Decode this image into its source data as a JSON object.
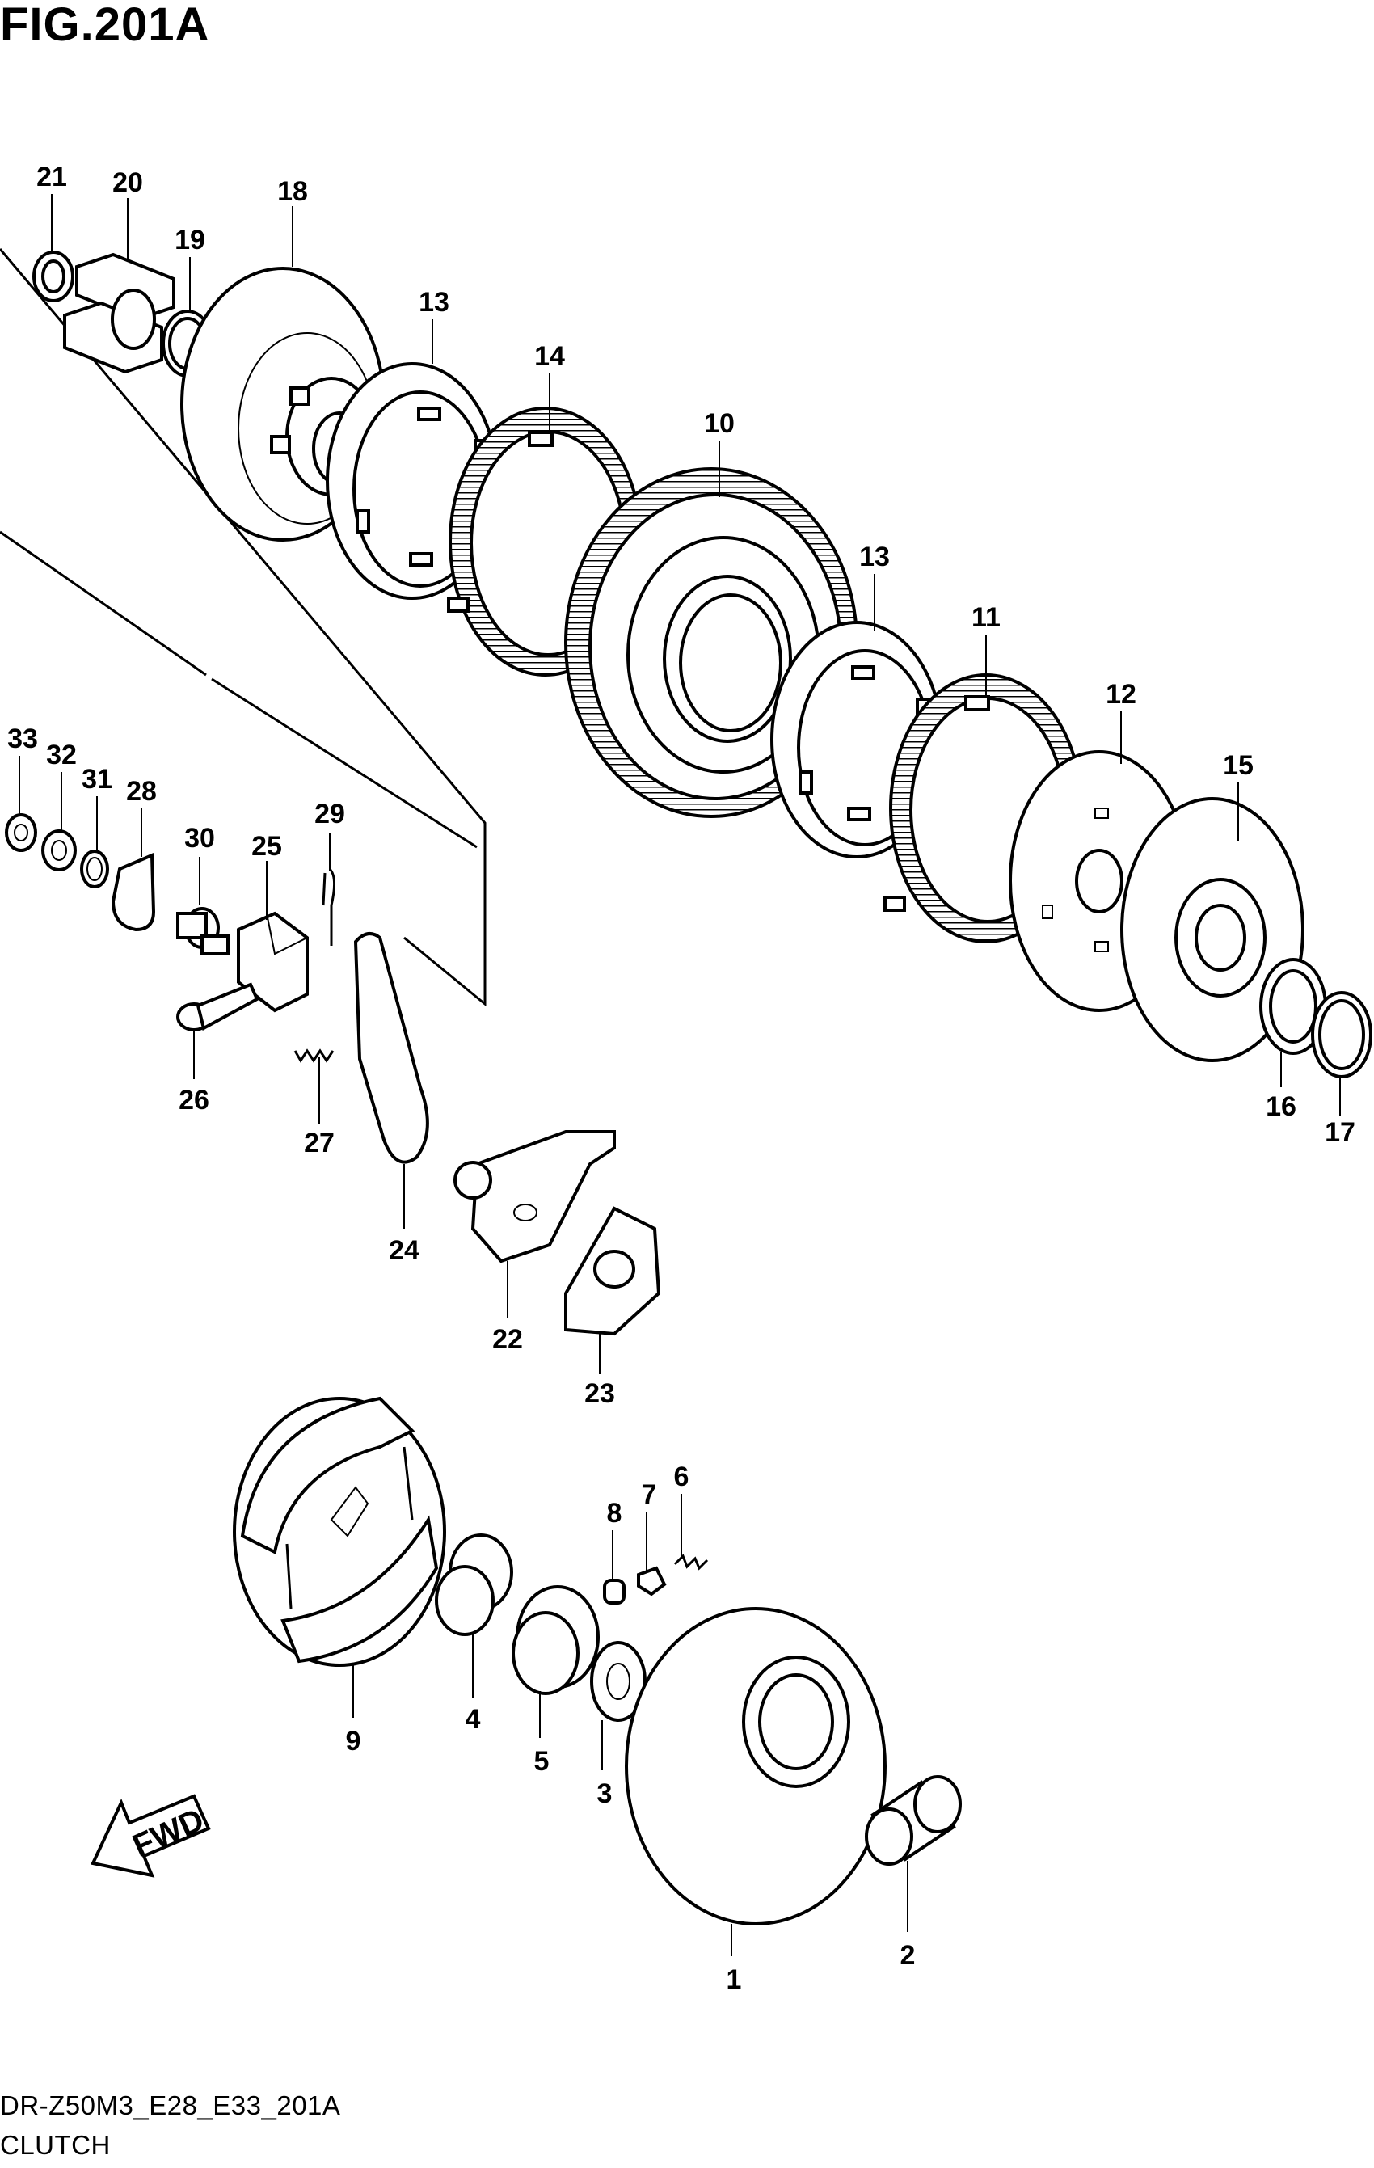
{
  "figure": {
    "title": "FIG.201A",
    "model_code": "DR-Z50M3_E28_E33_201A",
    "caption": "CLUTCH",
    "direction_label": "FWD"
  },
  "parts": [
    {
      "num": "1"
    },
    {
      "num": "2"
    },
    {
      "num": "3"
    },
    {
      "num": "4"
    },
    {
      "num": "5"
    },
    {
      "num": "6"
    },
    {
      "num": "7"
    },
    {
      "num": "8"
    },
    {
      "num": "9"
    },
    {
      "num": "10"
    },
    {
      "num": "11"
    },
    {
      "num": "12"
    },
    {
      "num": "13"
    },
    {
      "num": "13"
    },
    {
      "num": "14"
    },
    {
      "num": "15"
    },
    {
      "num": "16"
    },
    {
      "num": "17"
    },
    {
      "num": "18"
    },
    {
      "num": "19"
    },
    {
      "num": "20"
    },
    {
      "num": "21"
    },
    {
      "num": "22"
    },
    {
      "num": "23"
    },
    {
      "num": "24"
    },
    {
      "num": "25"
    },
    {
      "num": "26"
    },
    {
      "num": "27"
    },
    {
      "num": "28"
    },
    {
      "num": "29"
    },
    {
      "num": "30"
    },
    {
      "num": "31"
    },
    {
      "num": "32"
    },
    {
      "num": "33"
    }
  ]
}
